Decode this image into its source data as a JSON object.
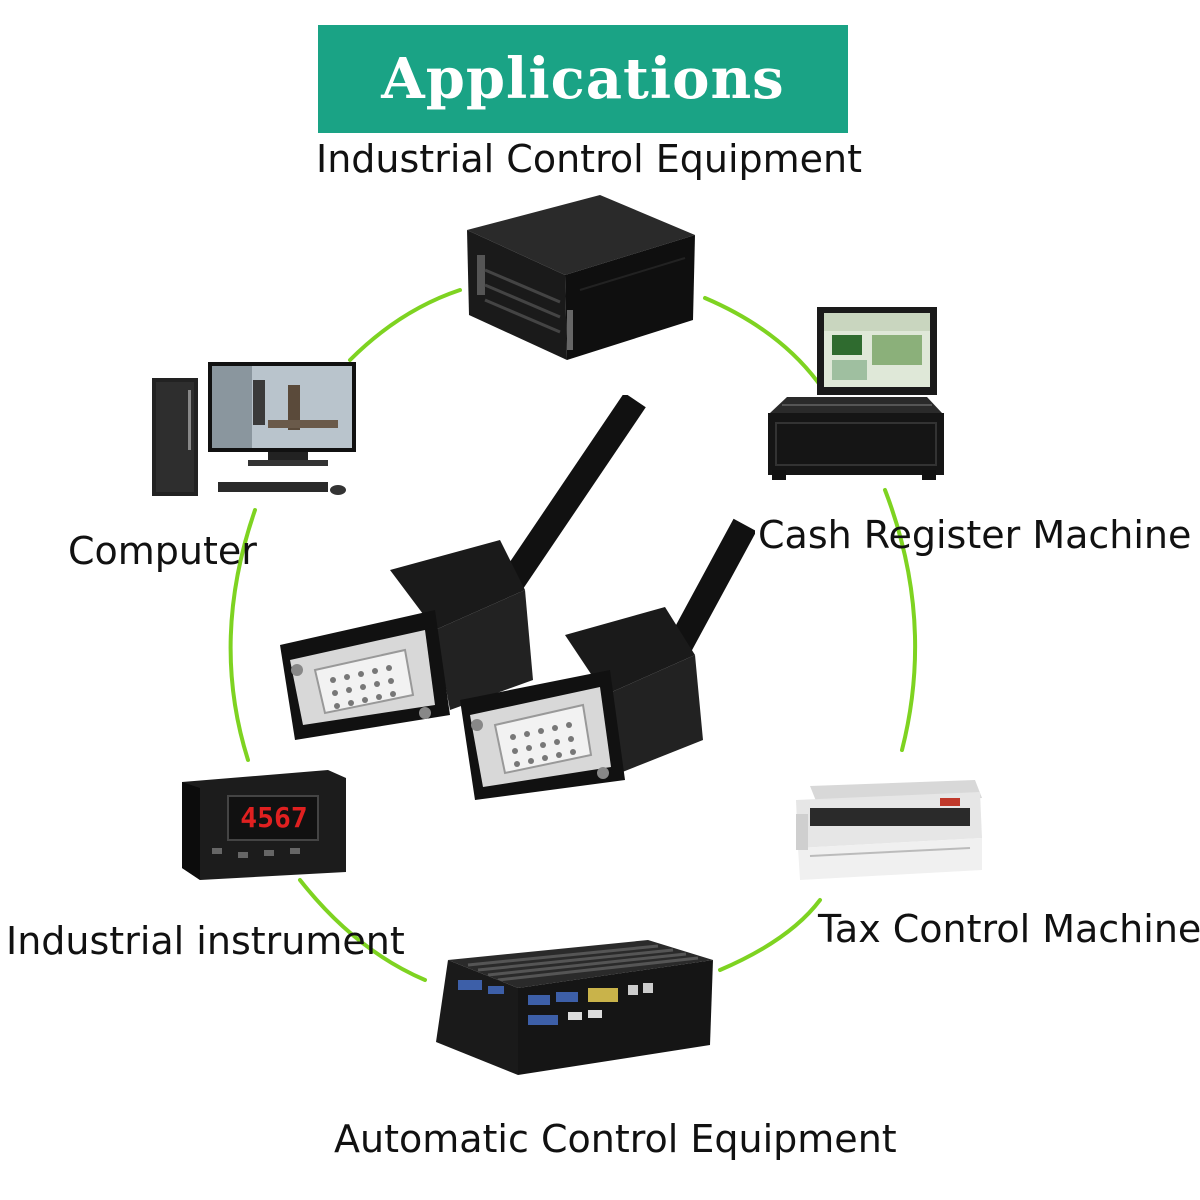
{
  "banner": {
    "title": "Applications"
  },
  "labels": {
    "industrial_control": "Industrial Control Equipment",
    "computer": "Computer",
    "cash_register": "Cash Register Machine",
    "industrial_instrument": "Industrial instrument",
    "tax_control": "Tax Control Machine",
    "automatic_control": "Automatic Control Equipment"
  },
  "instrument_display": "4567",
  "colors": {
    "banner": "#1aa385",
    "connector_line": "#7ed321",
    "cable": "#111111",
    "display_red": "#e02020"
  },
  "icons": [
    "industrial-control-equipment-image",
    "computer-image",
    "cash-register-machine-image",
    "industrial-instrument-image",
    "tax-control-machine-image",
    "automatic-control-equipment-image",
    "db15-serial-cable-image"
  ]
}
